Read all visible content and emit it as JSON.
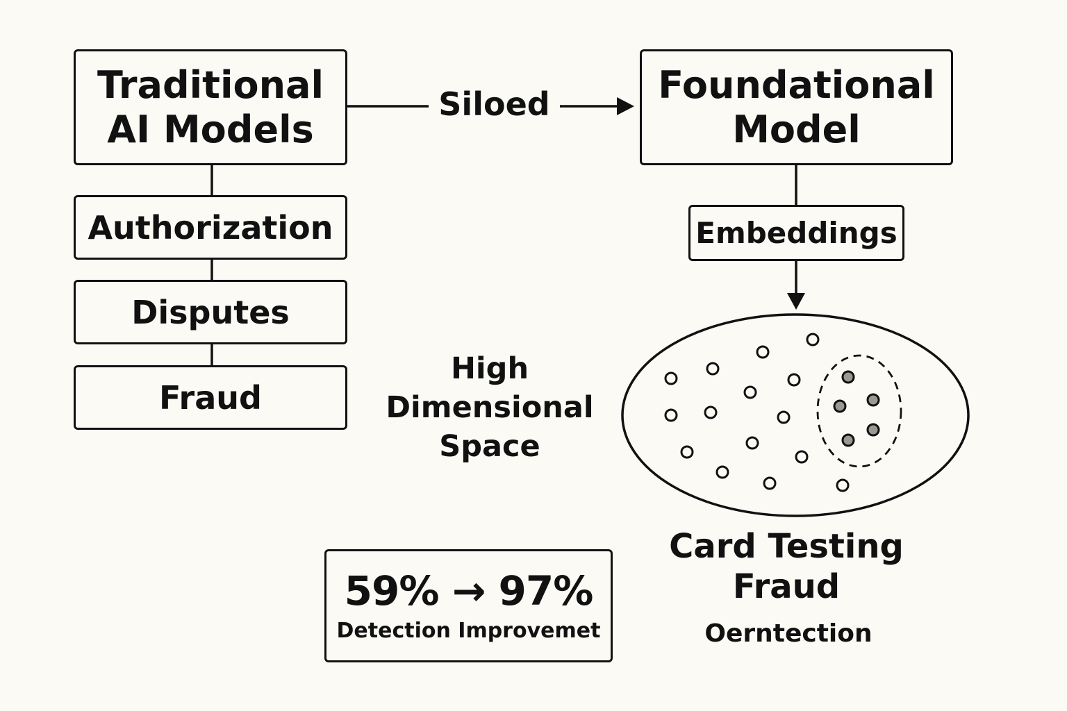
{
  "left_column": {
    "title_line1": "Traditional",
    "title_line2": "AI Models",
    "items": [
      "Authorization",
      "Disputes",
      "Fraud"
    ]
  },
  "connector": {
    "label": "Siloed"
  },
  "right_column": {
    "title_line1": "Foundational",
    "title_line2": "Model",
    "embeddings": "Embeddings"
  },
  "space_label": {
    "line1": "High",
    "line2": "Dimensional",
    "line3": "Space"
  },
  "cluster_label": {
    "line1": "Card Testing",
    "line2": "Fraud",
    "line3": "Oerntection"
  },
  "stat": {
    "value": "59% → 97%",
    "caption": "Detection Improvemet"
  }
}
